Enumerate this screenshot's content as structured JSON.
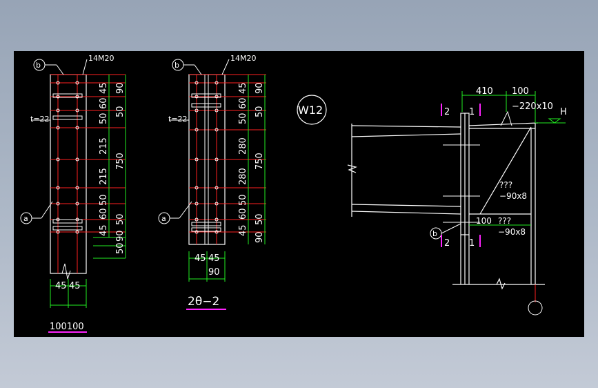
{
  "drawing": {
    "colors": {
      "background": "#000000",
      "outline": "#ffffff",
      "bolt_lines": "#ff2020",
      "dimensions": "#22ee22",
      "section_marks": "#ff22ff"
    },
    "left_view": {
      "bolt_label": "14M20",
      "thickness_label": "t=22",
      "callout_b": "b",
      "callout_a": "a",
      "dims_inner": [
        "45",
        "60",
        "50",
        "215",
        "215",
        "50",
        "60",
        "45"
      ],
      "dims_mid": [
        "90",
        "50",
        "750",
        "50",
        "90"
      ],
      "dims_lower": [
        "50",
        "50"
      ],
      "width_dims": [
        "45",
        "45"
      ],
      "base_dim": "100100",
      "title": "1—1"
    },
    "mid_view": {
      "bolt_label": "14M20",
      "thickness_label": "t=22",
      "callout_b": "b",
      "callout_a": "a",
      "dims_inner": [
        "45",
        "60",
        "50",
        "280",
        "280",
        "50",
        "60",
        "45"
      ],
      "dims_mid": [
        "90",
        "50",
        "750",
        "50",
        "90"
      ],
      "width_dims": [
        "45",
        "45"
      ],
      "base_dim": "90",
      "title": "2θ−2"
    },
    "elevation": {
      "tag": "W12",
      "dim_410": "410",
      "dim_100_top": "100",
      "plate_top": "−220x10",
      "level_mark": "H",
      "stiffener_q1": "???",
      "stiffener_1": "−90x8",
      "dim_100_bottom": "100",
      "stiffener_q2": "???",
      "stiffener_2": "−90x8",
      "callout_b": "b",
      "sec_2": "2",
      "sec_1": "1"
    }
  }
}
